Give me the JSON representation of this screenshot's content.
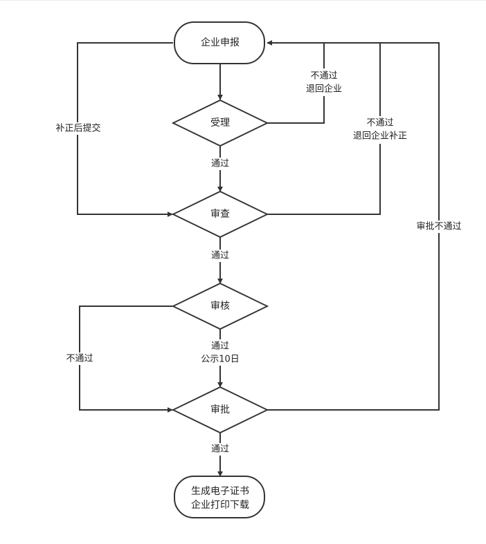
{
  "nodes": {
    "apply": "企业申报",
    "accept": "受理",
    "review": "审查",
    "audit": "审核",
    "approve": "审批",
    "certificate_line1": "生成电子证书",
    "certificate_line2": "企业打印下载"
  },
  "edges": {
    "accept_pass": "通过",
    "review_pass": "通过",
    "audit_pass_line1": "通过",
    "audit_pass_line2": "公示10日",
    "approve_pass": "通过",
    "accept_reject_line1": "不通过",
    "accept_reject_line2": "退回企业",
    "review_reject_line1": "不通过",
    "review_reject_line2": "退回企业补正",
    "resubmit": "补正后提交",
    "audit_reject": "不通过",
    "approve_reject": "审批不通过"
  }
}
